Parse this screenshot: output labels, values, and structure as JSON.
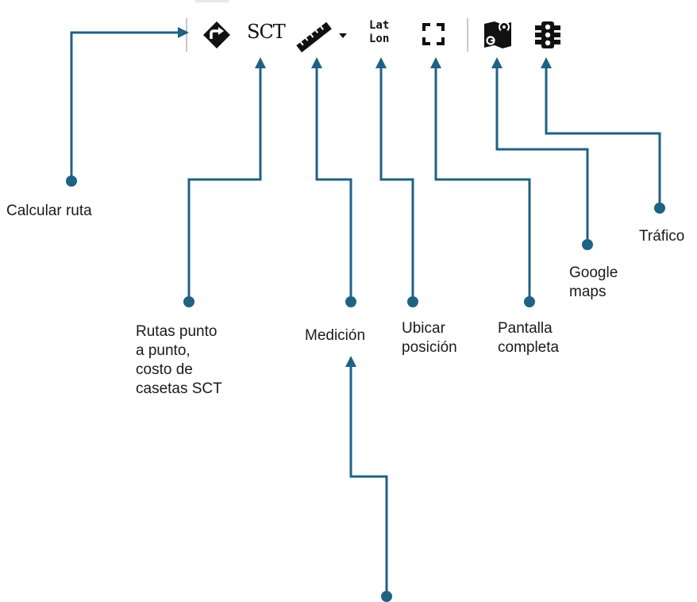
{
  "toolbar": {
    "buttons": [
      {
        "id": "calcular-ruta",
        "icon": "route-diamond-arrow-icon"
      },
      {
        "id": "sct",
        "text": "SCT"
      },
      {
        "id": "medicion",
        "icon": "ruler-icon",
        "has_dropdown": true
      },
      {
        "id": "ubicar",
        "text_line1": "Lat",
        "text_line2": "Lon"
      },
      {
        "id": "pantalla-completa",
        "icon": "fullscreen-icon"
      },
      {
        "id": "google-maps",
        "icon": "google-maps-icon"
      },
      {
        "id": "trafico",
        "icon": "traffic-light-icon"
      }
    ]
  },
  "labels": {
    "calcular_ruta": "Calcular ruta",
    "rutas": "Rutas punto\na punto,\ncosto de\ncasetas SCT",
    "medicion": "Medición",
    "ubicar": "Ubicar\nposición",
    "pantalla": "Pantalla\ncompleta",
    "google": "Google\nmaps",
    "trafico": "Tráfico"
  },
  "colors": {
    "connector": "#1f6284",
    "icon": "#111111",
    "separator": "#c8c8c8"
  }
}
